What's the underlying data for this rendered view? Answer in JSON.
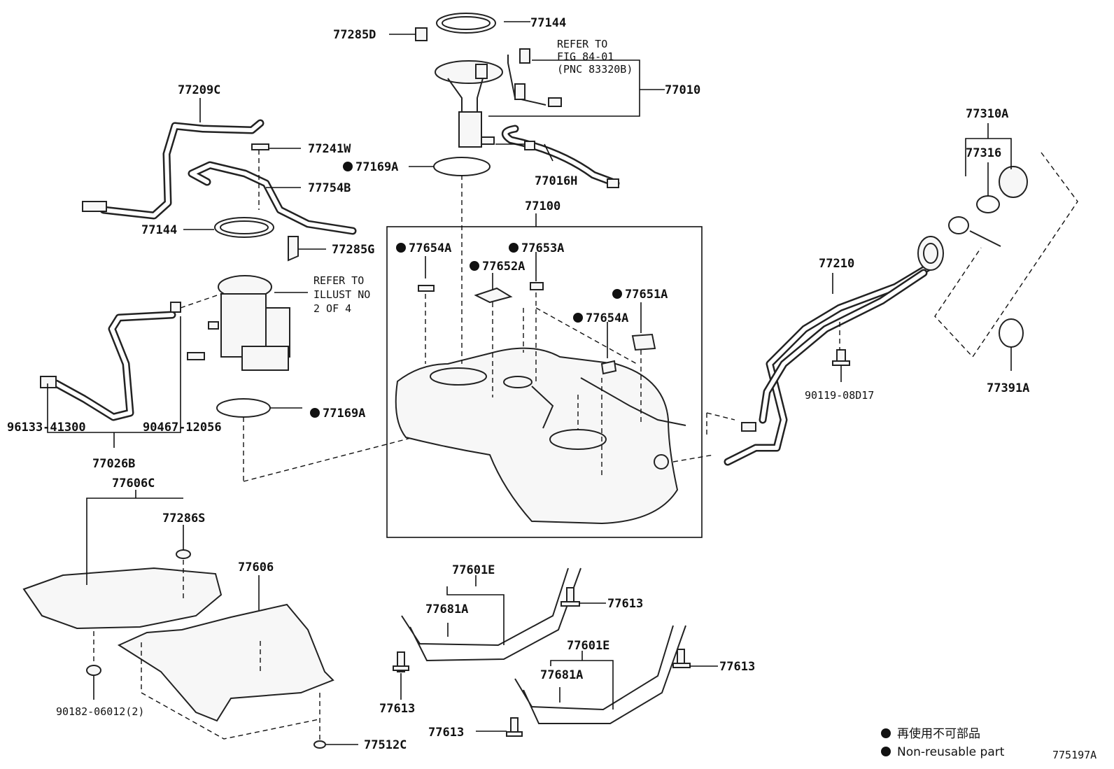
{
  "diagram_id": "775197A",
  "note_refer_fig": [
    "REFER TO",
    "FIG 84-01",
    "(PNC 83320B)"
  ],
  "note_refer_illust": [
    "REFER TO",
    "ILLUST NO",
    "2 OF 4"
  ],
  "legend": {
    "jp": "再使用不可部品",
    "en": "Non-reusable part"
  },
  "labels": {
    "p77144_top": "77144",
    "p77285D": "77285D",
    "p77010": "77010",
    "p77209C": "77209C",
    "p77241W": "77241W",
    "p77169A_top": "77169A",
    "p77016H": "77016H",
    "p77754B": "77754B",
    "p77144_left": "77144",
    "p77285G": "77285G",
    "p77100": "77100",
    "p77654A_1": "77654A",
    "p77653A": "77653A",
    "p77652A": "77652A",
    "p77651A": "77651A",
    "p77654A_2": "77654A",
    "p77169A_low": "77169A",
    "p96133": "96133-41300",
    "p90467": "90467-12056",
    "p77026B": "77026B",
    "p77310A": "77310A",
    "p77316": "77316",
    "p77210": "77210",
    "p90119": "90119-08D17",
    "p77391A": "77391A",
    "p77606C": "77606C",
    "p77286S": "77286S",
    "p77606": "77606",
    "p90182": "90182-06012(2)",
    "p77512C": "77512C",
    "p77601E_1": "77601E",
    "p77681A_1": "77681A",
    "p77613_1": "77613",
    "p77613_2": "77613",
    "p77601E_2": "77601E",
    "p77681A_2": "77681A",
    "p77613_3": "77613",
    "p77613_4": "77613"
  }
}
